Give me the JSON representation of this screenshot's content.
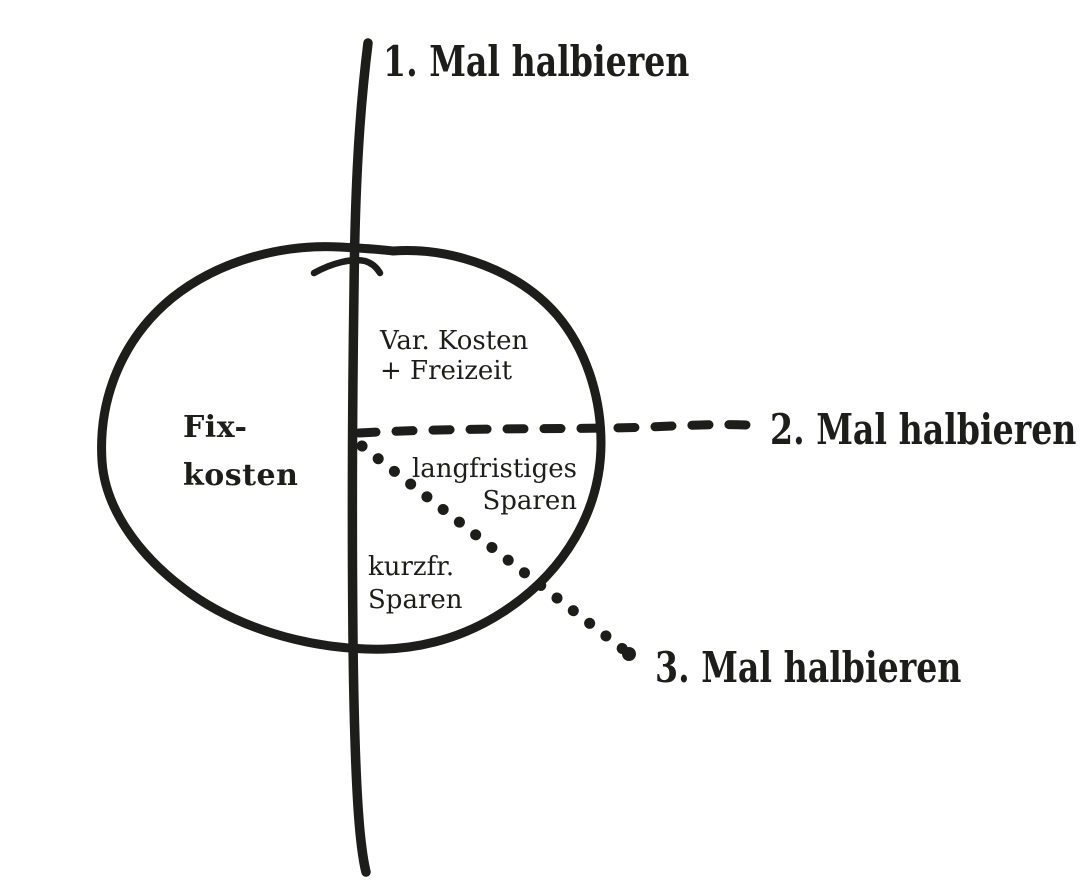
{
  "colors": {
    "ink": "#1d1d1b",
    "background": "#ffffff"
  },
  "labels": {
    "step1": "1. Mal halbieren",
    "step2": "2. Mal halbieren",
    "step3": "3. Mal halbieren"
  },
  "segments": {
    "fixkosten": {
      "line1": "Fix-",
      "line2": "kosten"
    },
    "var_kosten_freizeit": {
      "line1": "Var. Kosten",
      "line2": "+ Freizeit"
    },
    "langfristiges_sparen": {
      "line1": "langfristiges",
      "line2": "Sparen"
    },
    "kurzfristiges_sparen": {
      "line1": "kurzfr.",
      "line2": "Sparen"
    }
  }
}
